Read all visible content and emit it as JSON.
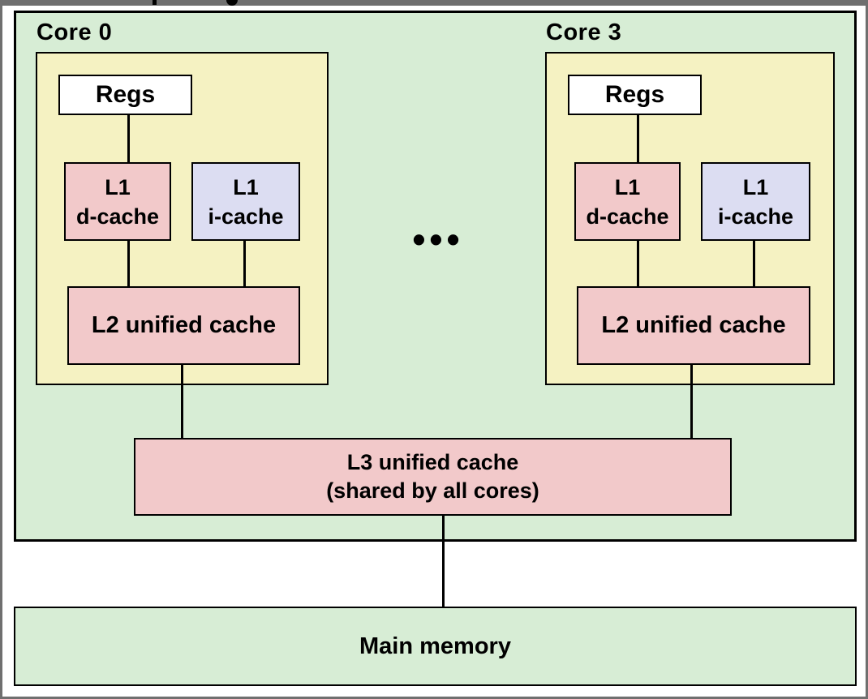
{
  "diagram": {
    "package": {
      "cores": [
        {
          "label": "Core 0",
          "regs_label": "Regs",
          "l1_dcache_line1": "L1",
          "l1_dcache_line2": "d-cache",
          "l1_icache_line1": "L1",
          "l1_icache_line2": "i-cache",
          "l2_label": "L2 unified cache"
        },
        {
          "label": "Core 3",
          "regs_label": "Regs",
          "l1_dcache_line1": "L1",
          "l1_dcache_line2": "d-cache",
          "l1_icache_line1": "L1",
          "l1_icache_line2": "i-cache",
          "l2_label": "L2 unified cache"
        }
      ],
      "ellipsis": "•••",
      "l3_line1": "L3 unified cache",
      "l3_line2": "(shared by all cores)"
    },
    "main_memory_label": "Main memory",
    "colors": {
      "package_fill": "#d7edd5",
      "core_fill": "#f5f2c2",
      "cache_pink": "#f2c9ca",
      "cache_lavender": "#dcddf2",
      "regs_fill": "#ffffff",
      "frame_gray": "#6f6f6f"
    }
  }
}
